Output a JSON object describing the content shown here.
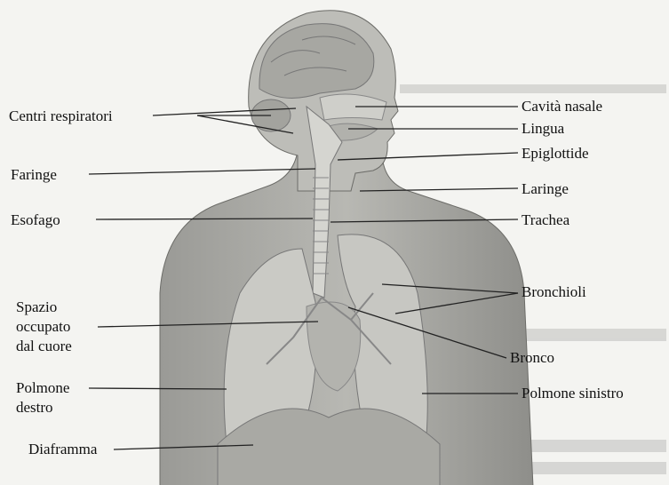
{
  "labels": {
    "centri_respiratori": "Centri respiratori",
    "faringe": "Faringe",
    "esofago": "Esofago",
    "spazio_line1": "Spazio",
    "spazio_line2": "occupato",
    "spazio_line3": "dal cuore",
    "polmone_destro_line1": "Polmone",
    "polmone_destro_line2": "destro",
    "diaframma": "Diaframma",
    "cavita_nasale": "Cavità nasale",
    "lingua": "Lingua",
    "epiglottide": "Epiglottide",
    "laringe": "Laringe",
    "trachea": "Trachea",
    "bronchioli": "Bronchioli",
    "bronco": "Bronco",
    "polmone_sinistro": "Polmone sinistro"
  }
}
